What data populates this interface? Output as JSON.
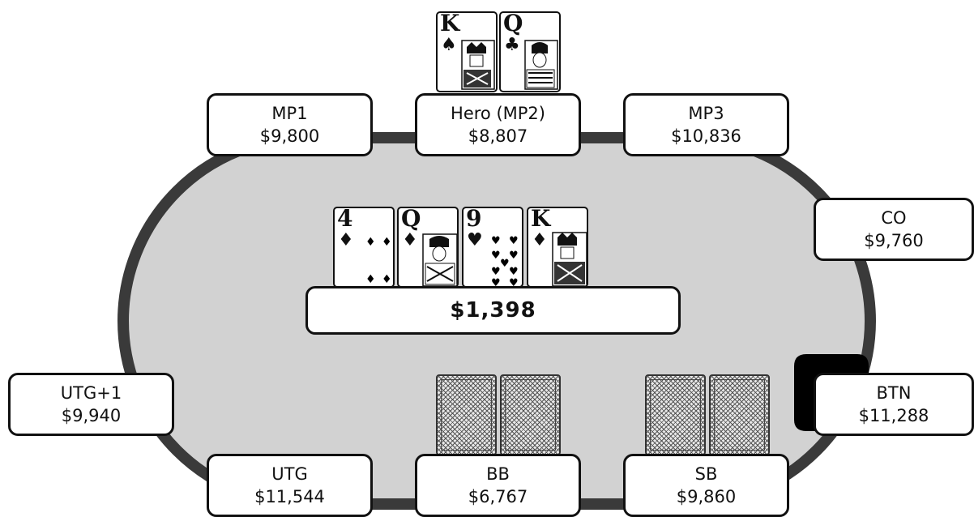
{
  "seats": {
    "mp1": {
      "name": "MP1",
      "stack": "$9,800"
    },
    "hero": {
      "name": "Hero (MP2)",
      "stack": "$8,807"
    },
    "mp3": {
      "name": "MP3",
      "stack": "$10,836"
    },
    "co": {
      "name": "CO",
      "stack": "$9,760"
    },
    "btn": {
      "name": "BTN",
      "stack": "$11,288"
    },
    "sb": {
      "name": "SB",
      "stack": "$9,860"
    },
    "bb": {
      "name": "BB",
      "stack": "$6,767"
    },
    "utg": {
      "name": "UTG",
      "stack": "$11,544"
    },
    "utg1": {
      "name": "UTG+1",
      "stack": "$9,940"
    }
  },
  "pot": "$1,398",
  "hero_cards": [
    {
      "rank": "K",
      "suit": "♠",
      "suit_name": "spades"
    },
    {
      "rank": "Q",
      "suit": "♣",
      "suit_name": "clubs"
    }
  ],
  "board": [
    {
      "rank": "4",
      "suit": "♦",
      "suit_name": "diamonds"
    },
    {
      "rank": "Q",
      "suit": "♦",
      "suit_name": "diamonds"
    },
    {
      "rank": "9",
      "suit": "♥",
      "suit_name": "hearts"
    },
    {
      "rank": "K",
      "suit": "♦",
      "suit_name": "diamonds"
    }
  ],
  "colors": {
    "felt": "#d2d2d2",
    "rail": "#3a3a3a",
    "dealer_button": "#000000"
  }
}
